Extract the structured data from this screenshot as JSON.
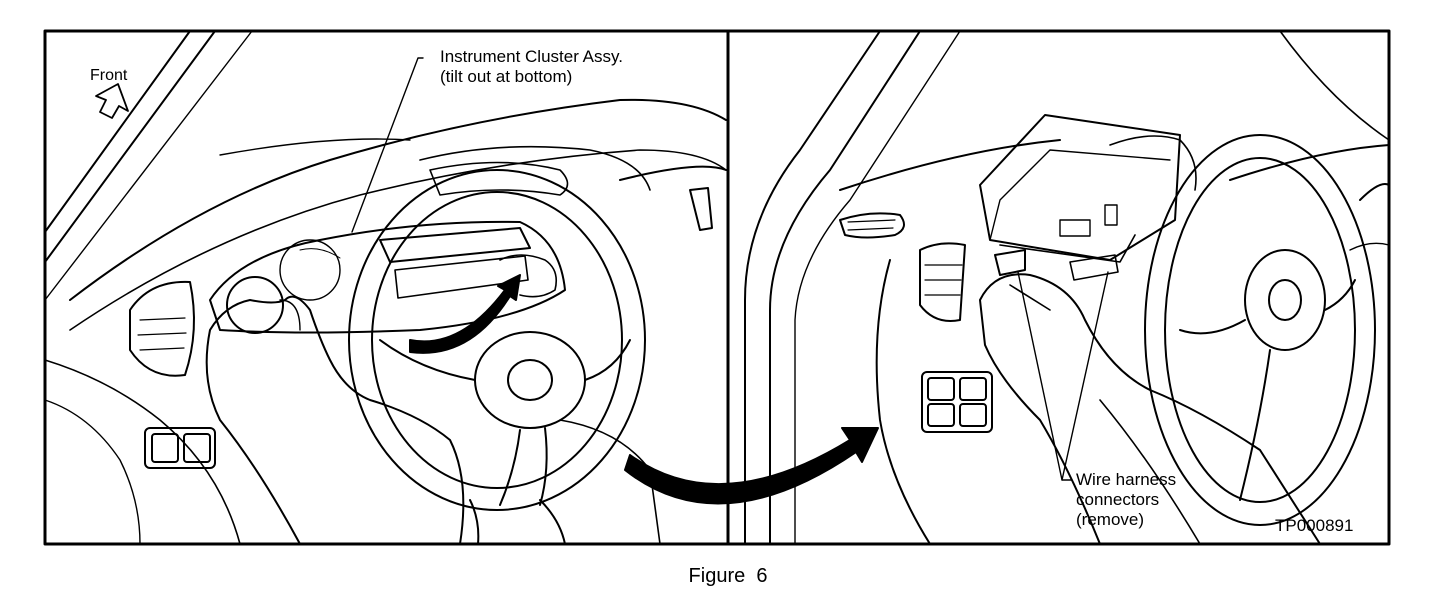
{
  "figure": {
    "caption": "Figure  6",
    "code": "TP000891"
  },
  "left_panel": {
    "front_label": "Front",
    "cluster_label_line1": "Instrument Cluster Assy.",
    "cluster_label_line2": "(tilt out at bottom)"
  },
  "right_panel": {
    "harness_label_line1": "Wire harness",
    "harness_label_line2": "connectors",
    "harness_label_line3": "(remove)"
  }
}
